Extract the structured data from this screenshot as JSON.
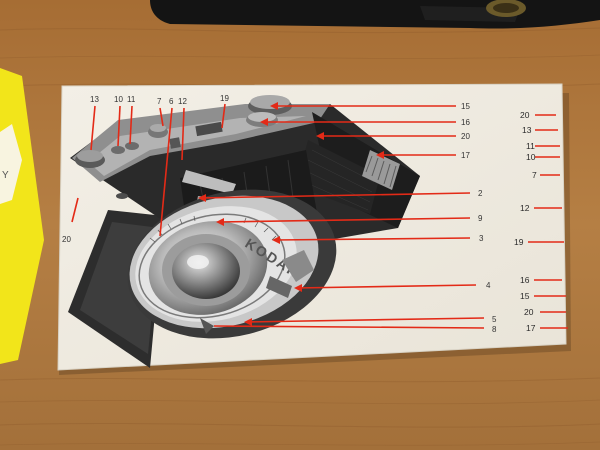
{
  "photo": {
    "lens_brand": "KODAK",
    "callout_numbers_top": [
      "13",
      "10",
      "11",
      "7",
      "6",
      "12",
      "19"
    ],
    "callout_numbers_right": [
      "15",
      "16",
      "20",
      "17",
      "2",
      "9",
      "3",
      "4",
      "5",
      "8"
    ],
    "callout_number_left": "20",
    "legend_numbers_far_right": [
      "20",
      "13",
      "11",
      "10",
      "7",
      "12",
      "19",
      "16",
      "15",
      "20",
      "17"
    ],
    "yellow_leaflet_glyph": "Y"
  },
  "colors": {
    "table_wood": "#b07a3e",
    "card": "#f1ede4",
    "leader_lines": "#e32a17",
    "leaflet": "#f2e51a"
  }
}
